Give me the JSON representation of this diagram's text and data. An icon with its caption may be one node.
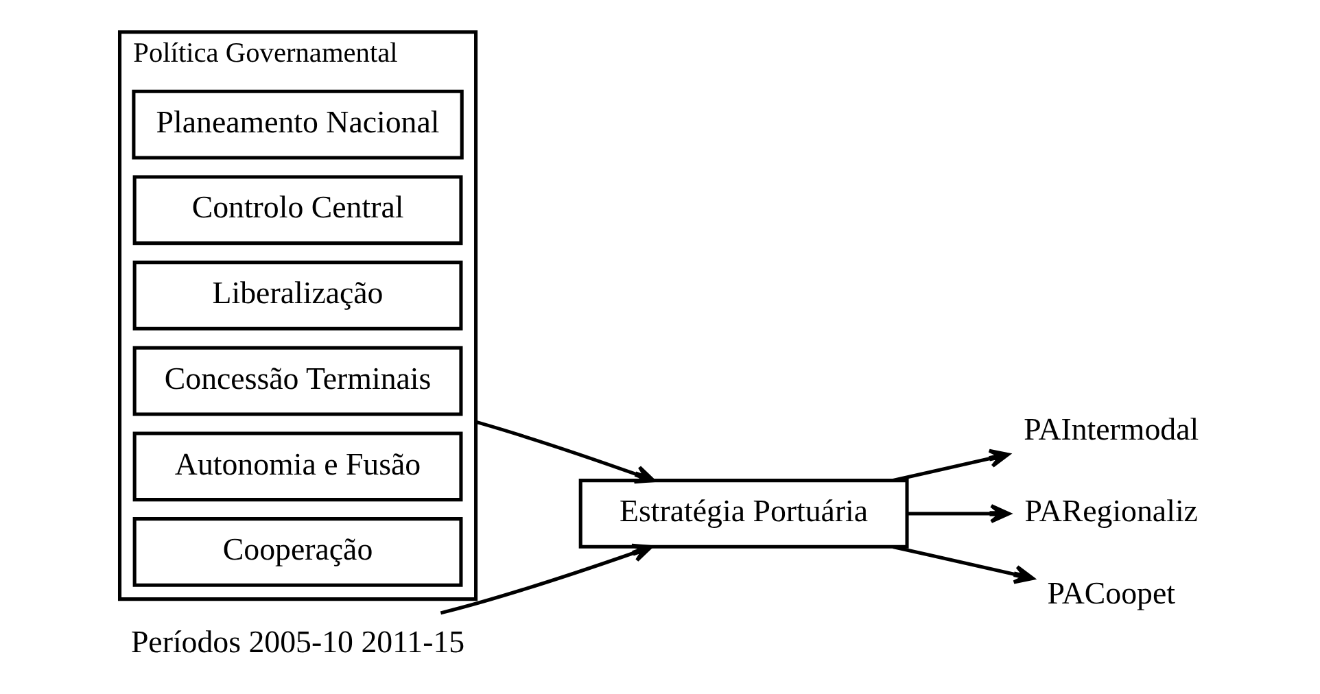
{
  "diagram": {
    "nodes": [
      {
        "text": [
          "Política Governamental"
        ]
      },
      {
        "text": [
          "Planeamento Nacional"
        ],
        "in": 0
      },
      {
        "text": [
          "Controlo Central"
        ],
        "in": 0
      },
      {
        "text": [
          "Liberalização"
        ],
        "in": 0
      },
      {
        "text": [
          "Concessão Terminais"
        ],
        "in": 0
      },
      {
        "text": [
          "Autonomia e Fusão"
        ],
        "in": 0
      },
      {
        "text": [
          "Cooperação"
        ],
        "in": 0
      },
      {
        "text": [
          "Períodos 2005-10 2011-15"
        ]
      },
      {
        "text": [
          "Estratégia Portuária"
        ]
      },
      {
        "text": [
          "PAIntermodal"
        ]
      },
      {
        "text": [
          "PARegionaliz"
        ]
      },
      {
        "text": [
          "PACoopet"
        ]
      }
    ],
    "edges": [
      {
        "from": 0,
        "to": 8,
        "arrow": "to"
      },
      {
        "from": 7,
        "to": 8,
        "arrow": "to"
      },
      {
        "from": 8,
        "to": 9,
        "arrow": "to"
      },
      {
        "from": 8,
        "to": 10,
        "arrow": "to"
      },
      {
        "from": 8,
        "to": 11,
        "arrow": "to"
      }
    ]
  }
}
